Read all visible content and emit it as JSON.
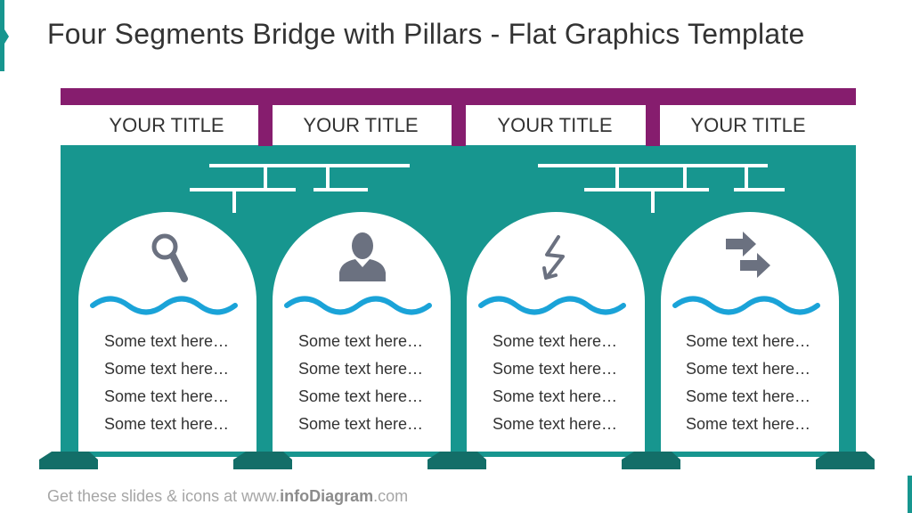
{
  "slide": {
    "title": "Four Segments Bridge with Pillars - Flat Graphics Template"
  },
  "footer": {
    "prefix": "Get these slides & icons at www.",
    "brand": "infoDiagram",
    "suffix": ".com"
  },
  "colors": {
    "teal": "#17968f",
    "pillar_base": "#136e68",
    "beam": "#861d6e",
    "wave": "#1aa3d8",
    "icon": "#6b7180"
  },
  "segments": [
    {
      "title": "YOUR TITLE",
      "icon": "magnifier-icon",
      "lines": [
        "Some text here…",
        "Some text here…",
        "Some text here…",
        "Some text here…"
      ]
    },
    {
      "title": "YOUR TITLE",
      "icon": "person-icon",
      "lines": [
        "Some text here…",
        "Some text here…",
        "Some text here…",
        "Some text here…"
      ]
    },
    {
      "title": "YOUR TITLE",
      "icon": "lightning-arrow-icon",
      "lines": [
        "Some text here…",
        "Some text here…",
        "Some text here…",
        "Some text here…"
      ]
    },
    {
      "title": "YOUR TITLE",
      "icon": "exchange-arrows-icon",
      "lines": [
        "Some text here…",
        "Some text here…",
        "Some text here…",
        "Some text here…"
      ]
    }
  ]
}
